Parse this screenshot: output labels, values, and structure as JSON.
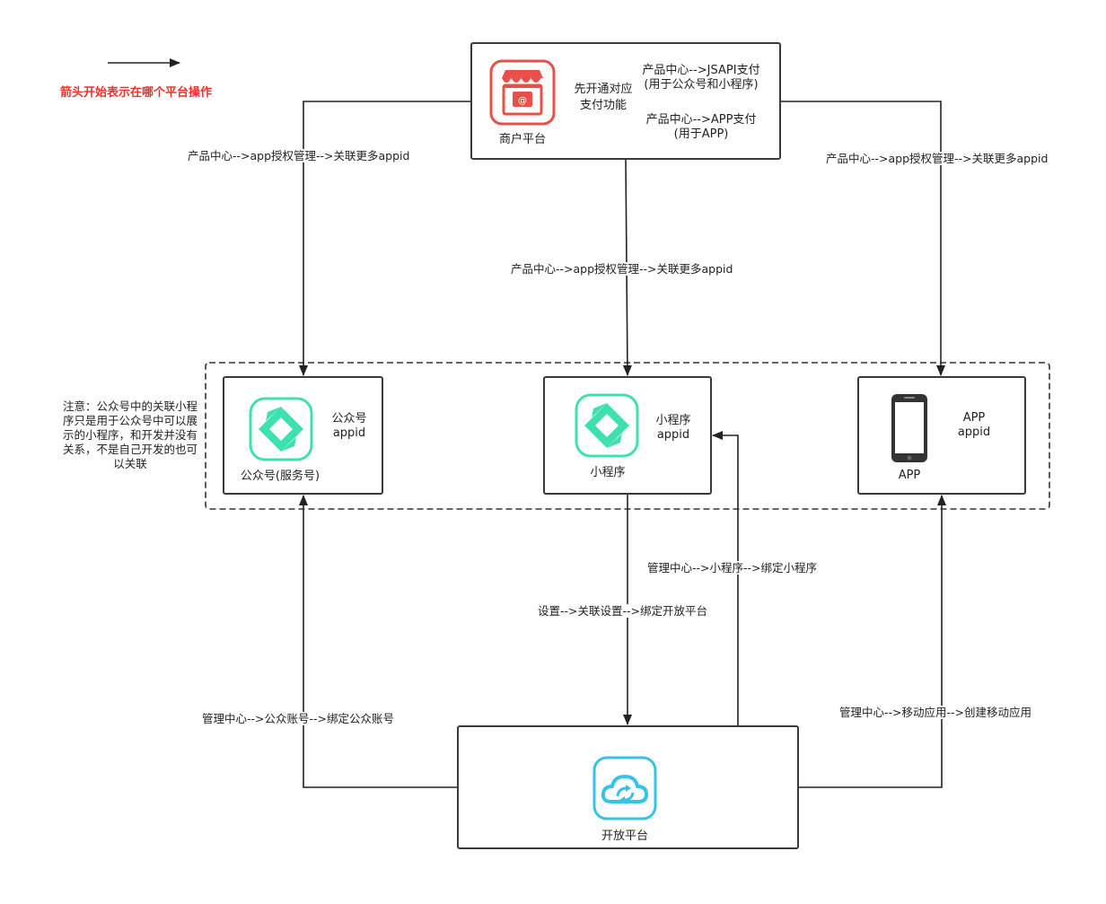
{
  "legend": {
    "text": "箭头开始表示在哪个平台操作",
    "color": "#e8322e"
  },
  "merchant": {
    "label": "商户平台",
    "enable_text": "先开通对应\n支付功能",
    "jsapi_line1": "产品中心-->JSAPI支付",
    "jsapi_line2": "(用于公众号和小程序)",
    "app_line1": "产品中心-->APP支付",
    "app_line2": "(用于APP)",
    "icon": "shop-icon",
    "icon_color": "#e8504a"
  },
  "official_account": {
    "label": "公众号(服务号)",
    "appid_line1": "公众号",
    "appid_line2": "appid",
    "icon": "official-account-icon",
    "icon_color": "#3fe0b0"
  },
  "mini_program": {
    "label": "小程序",
    "appid_line1": "小程序",
    "appid_line2": "appid",
    "icon": "mini-program-icon",
    "icon_color": "#3fe0b0"
  },
  "app": {
    "label": "APP",
    "appid_line1": "APP",
    "appid_line2": "appid",
    "icon": "phone-icon",
    "icon_color": "#333333"
  },
  "open_platform": {
    "label": "开放平台",
    "icon": "cloud-sync-icon",
    "icon_color": "#36c3e8"
  },
  "note": "注意：公众号中的关联小程序只是用于公众号中可以展示的小程序，和开发并没有关系，不是自己开发的也可以关联",
  "edges": {
    "merchant_to_official": "产品中心-->app授权管理-->关联更多appid",
    "merchant_to_mini": "产品中心-->app授权管理-->关联更多appid",
    "merchant_to_app": "产品中心-->app授权管理-->关联更多appid",
    "mini_to_open": "设置-->关联设置-->绑定开放平台",
    "open_to_mini": "管理中心-->小程序-->绑定小程序",
    "open_to_official": "管理中心-->公众账号-->绑定公众账号",
    "open_to_app": "管理中心-->移动应用-->创建移动应用"
  }
}
